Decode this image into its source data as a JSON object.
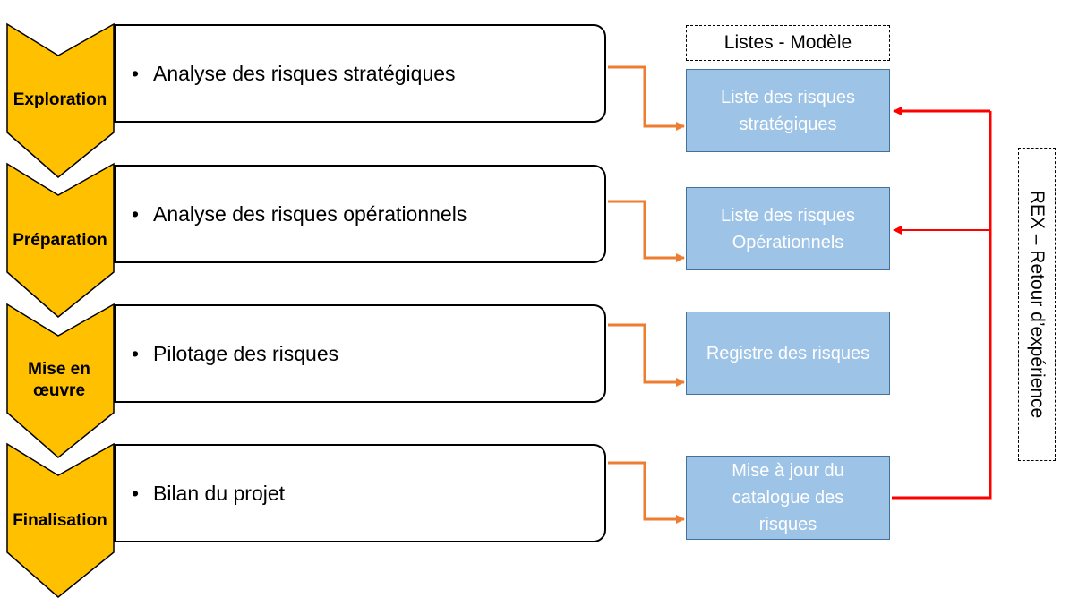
{
  "phases": [
    {
      "label": "Exploration",
      "item": "Analyse des risques stratégiques"
    },
    {
      "label": "Préparation",
      "item": "Analyse des risques opérationnels"
    },
    {
      "label": "Mise en œuvre",
      "item": "Pilotage des risques"
    },
    {
      "label": "Finalisation",
      "item": "Bilan du projet"
    }
  ],
  "models_header": "Listes - Modèle",
  "model_boxes": [
    "Liste des risques stratégiques",
    "Liste des risques Opérationnels",
    "Registre des risques",
    "Mise à jour du catalogue des risques"
  ],
  "rex_label": "REX – Retour d’expérience",
  "colors": {
    "chevron": "#ffc000",
    "model_box": "#9dc3e6",
    "orange_arrow": "#ed7d31",
    "red_arrow": "#ff0000"
  }
}
